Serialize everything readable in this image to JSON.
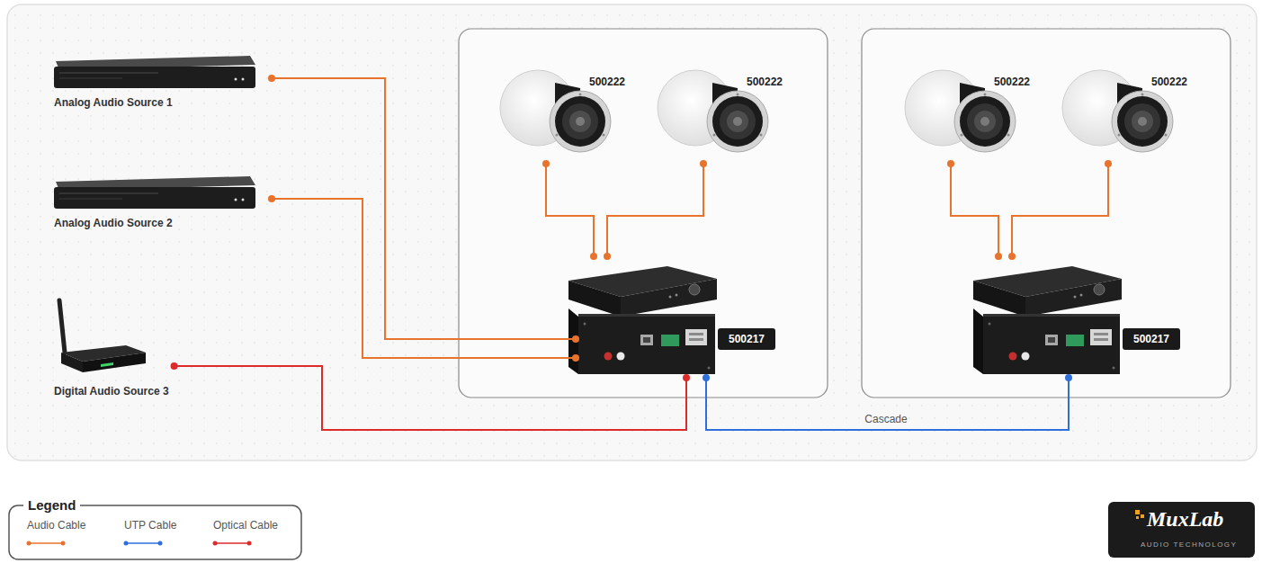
{
  "diagram": {
    "nodes": [
      {
        "text": [
          "Analog Audio Source 1"
        ]
      },
      {
        "text": [
          "Analog Audio Source 2"
        ]
      },
      {
        "text": [
          "Digital Audio Source 3"
        ]
      },
      {
        "text": [
          "500222"
        ]
      },
      {
        "text": [
          "500222"
        ]
      },
      {
        "text": [
          "500217"
        ]
      },
      {
        "text": [
          "500222"
        ]
      },
      {
        "text": [
          "500222"
        ]
      },
      {
        "text": [
          "500217"
        ]
      }
    ],
    "edges": [
      {
        "from": 0,
        "to": 5,
        "arrow": "none"
      },
      {
        "from": 1,
        "to": 5,
        "arrow": "none"
      },
      {
        "from": 2,
        "to": 5,
        "arrow": "none"
      },
      {
        "from": 5,
        "to": 3,
        "arrow": "none"
      },
      {
        "from": 5,
        "to": 4,
        "arrow": "none"
      },
      {
        "from": 5,
        "to": 8,
        "label": "Cascade",
        "arrow": "none"
      },
      {
        "from": 8,
        "to": 6,
        "arrow": "none"
      },
      {
        "from": 8,
        "to": 7,
        "arrow": "none"
      }
    ],
    "labels": [
      "Legend",
      "MuxLab",
      "AUDIO TECHNOLOGY"
    ],
    "legend": [
      {
        "text": "Audio Cable"
      },
      {
        "text": "UTP Cable"
      },
      {
        "text": "Optical Cable"
      }
    ]
  }
}
